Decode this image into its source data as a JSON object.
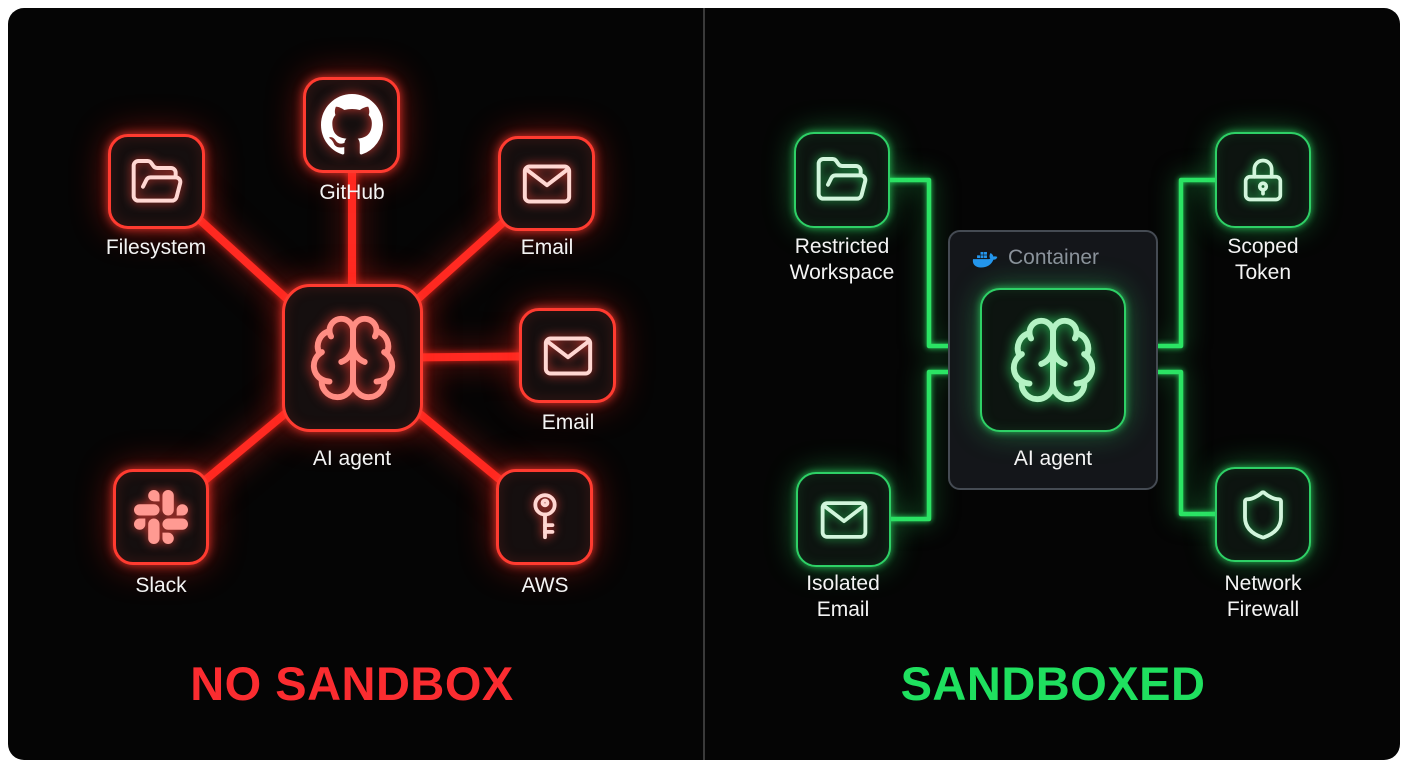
{
  "diagram": {
    "left": {
      "title": "NO SANDBOX",
      "agent_label": "AI agent",
      "nodes": {
        "filesystem": "Filesystem",
        "github": "GitHub",
        "email_top": "Email",
        "email_right": "Email",
        "slack": "Slack",
        "aws": "AWS"
      },
      "icons": {
        "filesystem": "folder-icon",
        "github": "github-icon",
        "email_top": "mail-icon",
        "email_right": "mail-icon",
        "slack": "slack-icon",
        "aws": "key-icon",
        "agent": "brain-icon"
      }
    },
    "right": {
      "title": "SANDBOXED",
      "container_label": "Container",
      "agent_label": "AI agent",
      "nodes": {
        "restricted_workspace": "Restricted Workspace",
        "scoped_token": "Scoped Token",
        "isolated_email": "Isolated Email",
        "network_firewall": "Network Firewall"
      },
      "icons": {
        "restricted_workspace": "folder-icon",
        "scoped_token": "lock-icon",
        "isolated_email": "mail-icon",
        "network_firewall": "shield-icon",
        "container": "docker-whale-icon",
        "agent": "brain-icon"
      }
    },
    "colors": {
      "danger_red": "#ff2f2f",
      "safe_green": "#1fe05f",
      "docker_blue": "#2496ed"
    }
  }
}
